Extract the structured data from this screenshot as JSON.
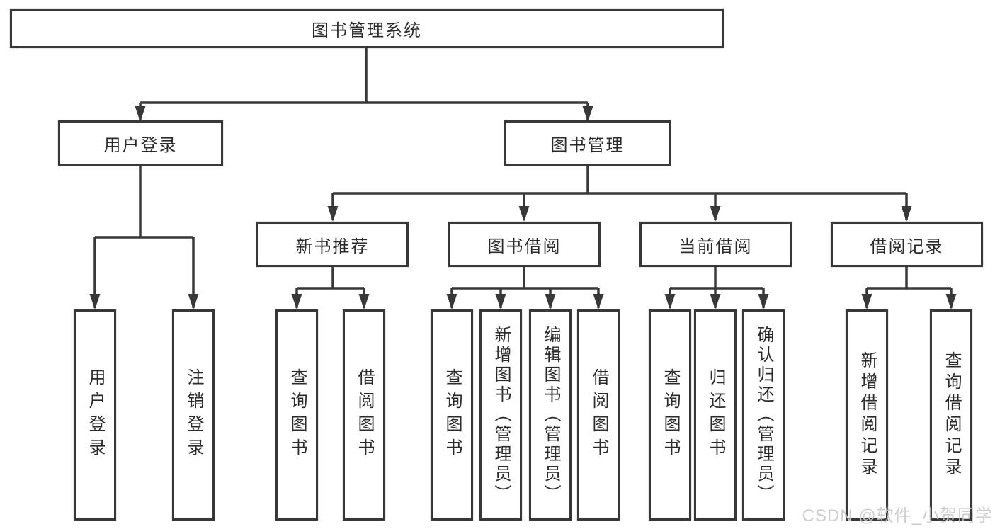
{
  "watermark": "CSDN @软件_小贺同学",
  "colors": {
    "line": "#383838",
    "text": "#2b2b2b",
    "watermark": "#c9c9c9"
  },
  "nodes": {
    "root": {
      "label": "图书管理系统"
    },
    "user_login": {
      "label": "用户登录"
    },
    "book_mgmt": {
      "label": "图书管理"
    },
    "new_book_rec": {
      "label": "新书推荐"
    },
    "book_borrow": {
      "label": "图书借阅"
    },
    "current_borrow": {
      "label": "当前借阅"
    },
    "borrow_records": {
      "label": "借阅记录"
    },
    "leaf_user_login": {
      "label": "用户登录"
    },
    "leaf_logout": {
      "label": "注销登录"
    },
    "rec_query_books": {
      "label": "查询图书"
    },
    "rec_borrow_books": {
      "label": "借阅图书"
    },
    "bb_query_books": {
      "label": "查询图书"
    },
    "bb_add_books": {
      "label": "新增图书（管理员）"
    },
    "bb_edit_books": {
      "label": "编辑图书（管理员）"
    },
    "bb_borrow_books": {
      "label": "借阅图书"
    },
    "cb_query_books": {
      "label": "查询图书"
    },
    "cb_return_books": {
      "label": "归还图书"
    },
    "cb_confirm_return": {
      "label": "确认归还（管理员）"
    },
    "br_add_record": {
      "label": "新增借阅记录"
    },
    "br_query_record": {
      "label": "查询借阅记录"
    }
  }
}
